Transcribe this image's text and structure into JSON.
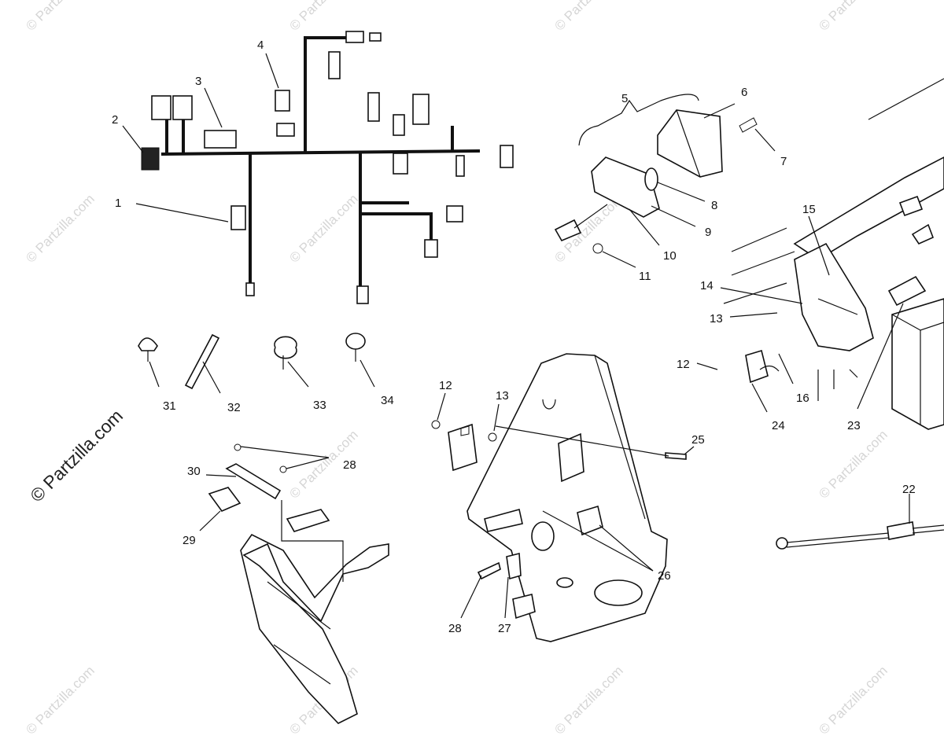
{
  "watermark": {
    "main_text": "© Partzilla.com",
    "tile_text": "© Partzilla.com"
  },
  "callouts": {
    "c1": "1",
    "c2": "2",
    "c3": "3",
    "c4": "4",
    "c5": "5",
    "c6": "6",
    "c7": "7",
    "c8": "8",
    "c9": "9",
    "c10": "10",
    "c11": "11",
    "c12a": "12",
    "c12b": "12",
    "c13a": "13",
    "c13b": "13",
    "c14": "14",
    "c15": "15",
    "c16": "16",
    "c22": "22",
    "c23": "23",
    "c24": "24",
    "c25": "25",
    "c26": "26",
    "c27": "27",
    "c28a": "28",
    "c28b": "28",
    "c29": "29",
    "c30": "30",
    "c31": "31",
    "c32": "32",
    "c33": "33",
    "c34": "34"
  }
}
